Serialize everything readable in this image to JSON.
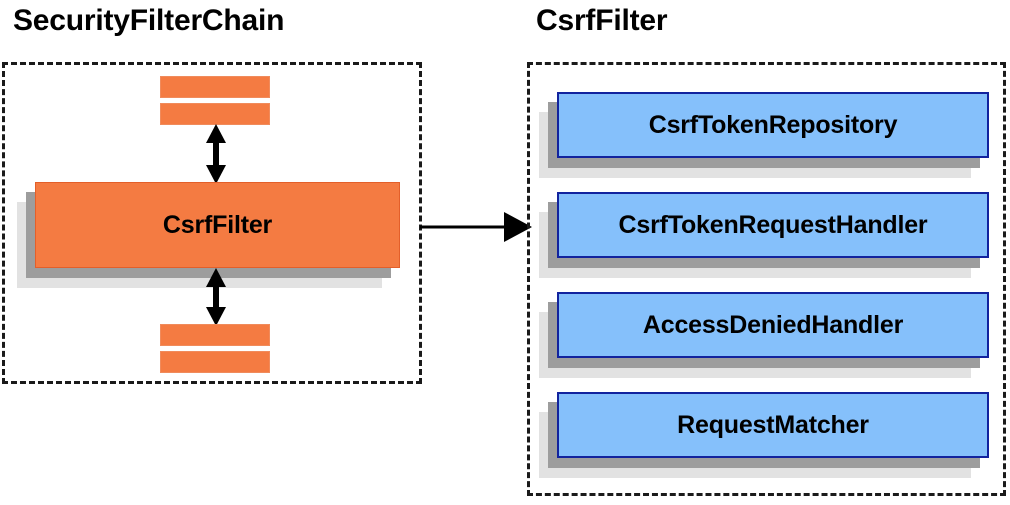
{
  "panels": [
    {
      "id": "security-filter-chain",
      "title": "SecurityFilterChain",
      "box_style": "dashed",
      "items": [
        {
          "label": "",
          "kind": "bar"
        },
        {
          "label": "",
          "kind": "bar"
        },
        {
          "label": "CsrfFilter",
          "kind": "stack-orange"
        },
        {
          "label": "",
          "kind": "bar"
        },
        {
          "label": "",
          "kind": "bar"
        }
      ]
    },
    {
      "id": "csrf-filter",
      "title": "CsrfFilter",
      "box_style": "dashed",
      "items": [
        {
          "label": "CsrfTokenRepository",
          "kind": "stack-blue"
        },
        {
          "label": "CsrfTokenRequestHandler",
          "kind": "stack-blue"
        },
        {
          "label": "AccessDeniedHandler",
          "kind": "stack-blue"
        },
        {
          "label": "RequestMatcher",
          "kind": "stack-blue"
        }
      ]
    }
  ],
  "connectors": [
    {
      "name": "csrffilter-to-detail",
      "type": "arrow-right",
      "from": "CsrfFilter",
      "to": "CsrfFilter detail panel"
    },
    {
      "name": "upper-chain-link",
      "type": "arrow-double-vertical",
      "from": "filter above",
      "to": "CsrfFilter"
    },
    {
      "name": "lower-chain-link",
      "type": "arrow-double-vertical",
      "from": "CsrfFilter",
      "to": "filter below"
    }
  ],
  "colors": {
    "orange_fill": "#f47b42",
    "orange_stroke": "#e35f2a",
    "blue_fill": "#85c0fb",
    "blue_stroke": "#12239e",
    "shadow_mid": "#9d9d9d",
    "shadow_back": "#e2e2e2",
    "dashed_border": "#1a1a1a",
    "text": "#000000"
  }
}
